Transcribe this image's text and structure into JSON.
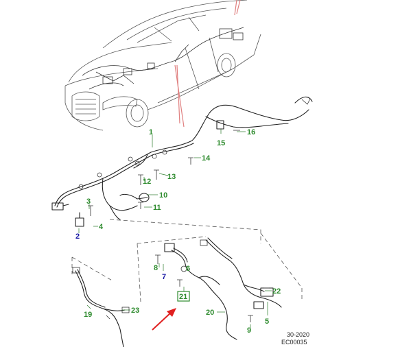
{
  "colors": {
    "callout_green": "#2e8b2e",
    "callout_blue": "#1a1aa6",
    "highlight_box": "#2e8b2e",
    "arrow": "#e02020",
    "line": "#222222"
  },
  "callouts": {
    "c1": "1",
    "c2": "2",
    "c3": "3",
    "c4": "4",
    "c5": "5",
    "c6": "6",
    "c7": "7",
    "c8": "8",
    "c9": "9",
    "c10": "10",
    "c11": "11",
    "c12": "12",
    "c13": "13",
    "c14": "14",
    "c15": "15",
    "c16": "16",
    "c19": "19",
    "c20": "20",
    "c21": "21",
    "c22": "22",
    "c23": "23"
  },
  "reference": {
    "date": "30-2020",
    "code": "EC00035"
  }
}
